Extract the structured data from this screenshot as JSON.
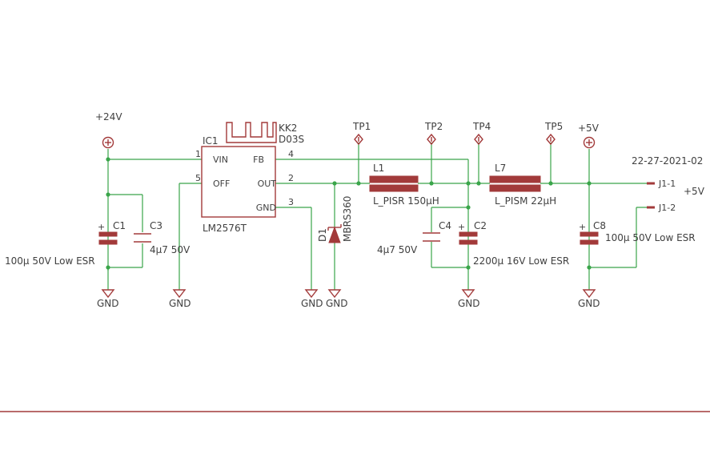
{
  "supply_in": {
    "label": "+24V"
  },
  "supply_out": {
    "label": "+5V"
  },
  "ic": {
    "ref": "IC1",
    "value": "LM2576T",
    "pins": {
      "vin": "VIN",
      "off": "OFF",
      "fb": "FB",
      "out": "OUT",
      "gnd": "GND"
    },
    "pin_numbers": {
      "vin": "1",
      "off": "5",
      "fb": "4",
      "out": "2",
      "gnd": "3"
    }
  },
  "heatsink": {
    "ref": "KK2",
    "value": "D03S"
  },
  "caps": {
    "c1": {
      "ref": "C1",
      "value": "100µ 50V Low ESR"
    },
    "c3": {
      "ref": "C3",
      "value": "4µ7 50V"
    },
    "c4": {
      "ref": "C4",
      "value": "4µ7 50V"
    },
    "c2": {
      "ref": "C2",
      "value": "2200µ 16V Low ESR"
    },
    "c8": {
      "ref": "C8",
      "value": "100µ 50V Low ESR"
    }
  },
  "diode": {
    "ref": "D1",
    "value": "MBRS360"
  },
  "inductors": {
    "l1": {
      "ref": "L1",
      "value": "L_PISR 150µH"
    },
    "l7": {
      "ref": "L7",
      "value": "L_PISM 22µH"
    }
  },
  "testpoints": [
    "TP1",
    "TP2",
    "TP4",
    "TP5"
  ],
  "ground_label": "GND",
  "connector": {
    "pin1": "J1-1",
    "pin2": "J1-2",
    "net": "+5V"
  },
  "date_label": "22-27-2021-02",
  "colors": {
    "wire": "#3aa54a",
    "symbol": "#a23a3a",
    "text": "#404040"
  }
}
